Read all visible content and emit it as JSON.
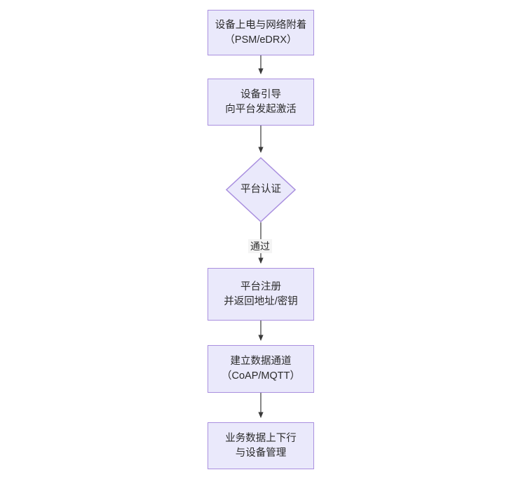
{
  "diagram": {
    "type": "flowchart",
    "orientation": "top-to-bottom",
    "colors": {
      "node_fill": "#eae9fb",
      "node_border": "#a98fdf",
      "edge_stroke": "#3a3a3a",
      "text": "#2b2b2b",
      "edge_label_background": "#f4f4f4",
      "canvas_background": "#ffffff"
    },
    "nodes": [
      {
        "id": "poweron",
        "shape": "rectangle",
        "line1": "设备上电与网络附着",
        "line2": "（PSM/eDRX）"
      },
      {
        "id": "bootstrap",
        "shape": "rectangle",
        "line1": "设备引导",
        "line2": "向平台发起激活"
      },
      {
        "id": "auth",
        "shape": "diamond",
        "line1": "平台认证",
        "line2": ""
      },
      {
        "id": "register",
        "shape": "rectangle",
        "line1": "平台注册",
        "line2": "并返回地址/密钥"
      },
      {
        "id": "channel",
        "shape": "rectangle",
        "line1": "建立数据通道",
        "line2": "（CoAP/MQTT）"
      },
      {
        "id": "data",
        "shape": "rectangle",
        "line1": "业务数据上下行",
        "line2": "与设备管理"
      }
    ],
    "edges": [
      {
        "from": "poweron",
        "to": "bootstrap",
        "label": ""
      },
      {
        "from": "bootstrap",
        "to": "auth",
        "label": ""
      },
      {
        "from": "auth",
        "to": "register",
        "label": "通过"
      },
      {
        "from": "register",
        "to": "channel",
        "label": ""
      },
      {
        "from": "channel",
        "to": "data",
        "label": ""
      }
    ]
  }
}
